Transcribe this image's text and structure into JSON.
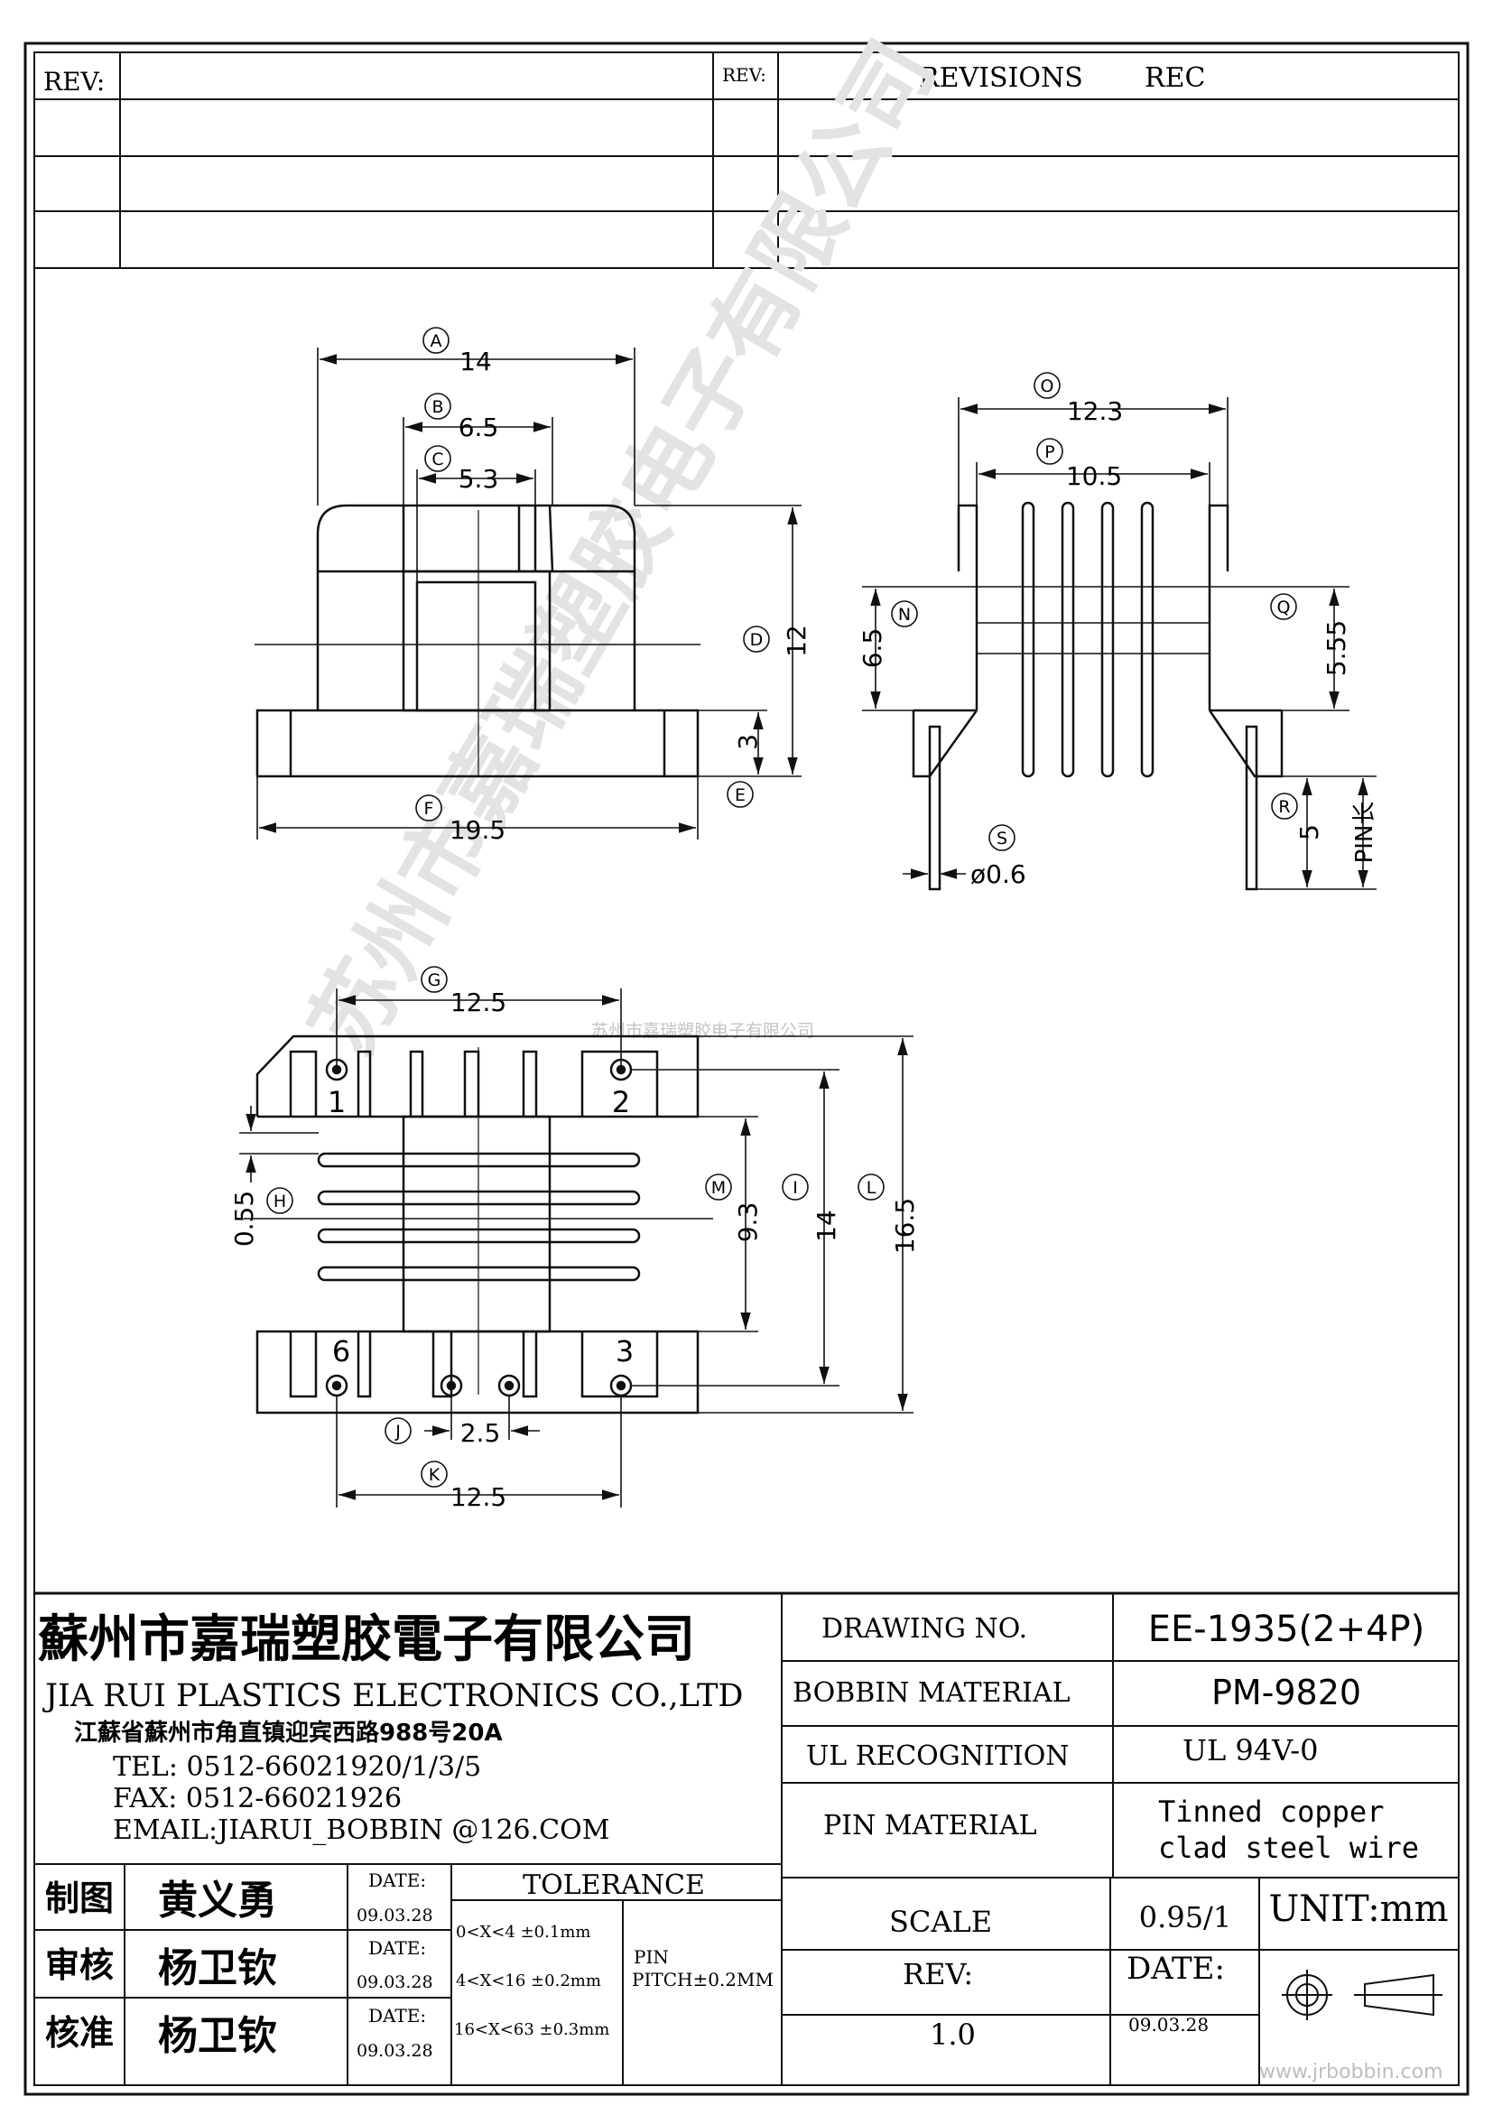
{
  "revisions": {
    "rev_label_left": "REV:",
    "rev_label_right": "REV:",
    "header_revisions": "REVISIONS",
    "header_rec": "REC"
  },
  "dims": {
    "A": "A",
    "A_val": "14",
    "B": "B",
    "B_val": "6.5",
    "C": "C",
    "C_val": "5.3",
    "D": "D",
    "D_val": "12",
    "E": "E",
    "E_val": "3",
    "F": "F",
    "F_val": "19.5",
    "O": "O",
    "O_val": "12.3",
    "P": "P",
    "P_val": "10.5",
    "N": "N",
    "N_val": "6.5",
    "Q": "Q",
    "Q_val": "5.55",
    "R": "R",
    "R_val": "5",
    "R_note": "PIN长",
    "S": "S",
    "S_val": "ø0.6",
    "G": "G",
    "G_val": "12.5",
    "H": "H",
    "H_val": "0.55",
    "M": "M",
    "M_val": "9.3",
    "I": "I",
    "I_val": "14",
    "L": "L",
    "L_val": "16.5",
    "J": "J",
    "J_val": "2.5",
    "K": "K",
    "K_val": "12.5",
    "pin1": "1",
    "pin2": "2",
    "pin3": "3",
    "pin6": "6"
  },
  "watermark": {
    "company_small": "苏州市嘉瑞塑胶电子有限公司",
    "company_big": "苏州市嘉瑞塑胶电子有限公司",
    "website": "www.jrbobbin.com"
  },
  "company": {
    "name_cn": "蘇州市嘉瑞塑胶電子有限公司",
    "name_en": "JIA RUI PLASTICS ELECTRONICS CO.,LTD",
    "address": "江蘇省蘇州市角直镇迎宾西路988号20A",
    "tel": "TEL: 0512-66021920/1/3/5",
    "fax": "FAX: 0512-66021926",
    "email": "EMAIL:JIARUI_BOBBIN @126.COM"
  },
  "spec": {
    "drawing_no_label": "DRAWING  NO.",
    "drawing_no_value": "EE-1935(2+4P)",
    "bobbin_material_label": "BOBBIN  MATERIAL",
    "bobbin_material_value": "PM-9820",
    "ul_label": "UL RECOGNITION",
    "ul_value": "UL 94V-0",
    "pin_material_label": "PIN MATERIAL",
    "pin_material_value_1": "Tinned copper",
    "pin_material_value_2": "clad steel wire",
    "scale_label": "SCALE",
    "scale_value": "0.95/1",
    "unit": "UNIT:mm",
    "rev_label": "REV:",
    "rev_value": "1.0",
    "date_label": "DATE:",
    "date_value": "09.03.28"
  },
  "approvals": [
    {
      "role": "制图",
      "name": "黄义勇",
      "date_label": "DATE:",
      "date": "09.03.28"
    },
    {
      "role": "审核",
      "name": "杨卫钦",
      "date_label": "DATE:",
      "date": "09.03.28"
    },
    {
      "role": "核准",
      "name": "杨卫钦",
      "date_label": "DATE:",
      "date": "09.03.28"
    }
  ],
  "tolerance": {
    "title": "TOLERANCE",
    "rows": [
      "0<X<4  ±0.1mm",
      "4<X<16 ±0.2mm",
      "16<X<63 ±0.3mm"
    ],
    "pin_label": "PIN",
    "pin_pitch": "PITCH±0.2MM"
  }
}
